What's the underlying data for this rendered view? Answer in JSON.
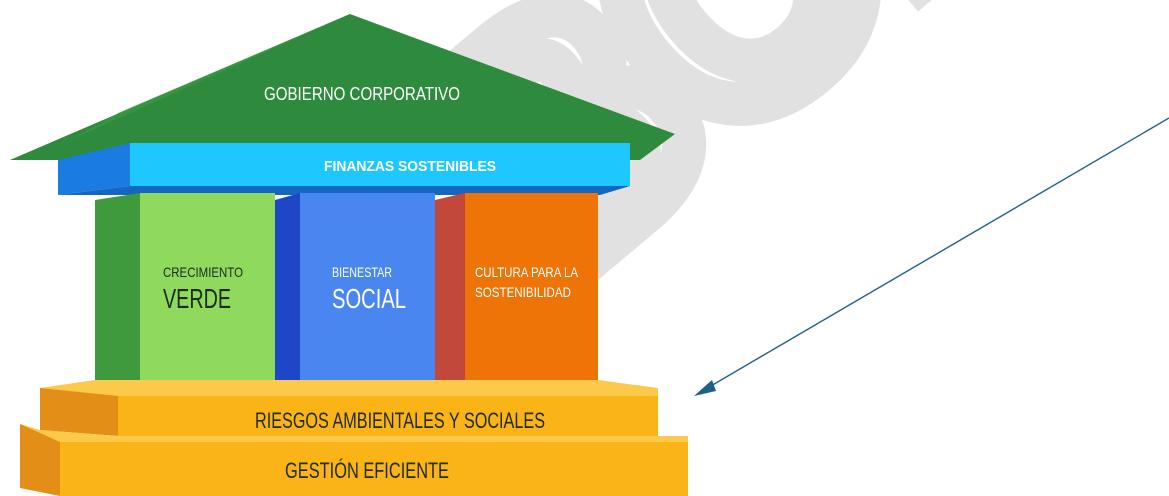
{
  "roof": {
    "label": "GOBIERNO CORPORATIVO"
  },
  "beam": {
    "label": "FINANZAS SOSTENIBLES"
  },
  "pillars": [
    {
      "line1": "CRECIMIENTO",
      "line2": "VERDE"
    },
    {
      "line1": "BIENESTAR",
      "line2": "SOCIAL"
    },
    {
      "line1": "CULTURA PARA LA",
      "line2": "SOSTENIBILIDAD"
    }
  ],
  "base_upper": {
    "label": "RIESGOS AMBIENTALES Y SOCIALES"
  },
  "base_lower": {
    "label": "GESTIÓN EFICIENTE"
  },
  "watermark": {
    "text": "BORRADOR"
  },
  "colors": {
    "roof": "#2e8b3e",
    "roof_light": "#a7cf4a",
    "beam": "#1ec8ff",
    "beam_side": "#1a7be0",
    "pillar_green": "#8fd95c",
    "pillar_green_side": "#3f9a3e",
    "pillar_blue": "#4a86f0",
    "pillar_blue_side": "#1e47c8",
    "pillar_orange": "#ee7408",
    "pillar_orange_side": "#c2483b",
    "base": "#fbb417",
    "base_side": "#e38f17",
    "arrow": "#1f5f8b",
    "watermark": "#dddddd"
  }
}
